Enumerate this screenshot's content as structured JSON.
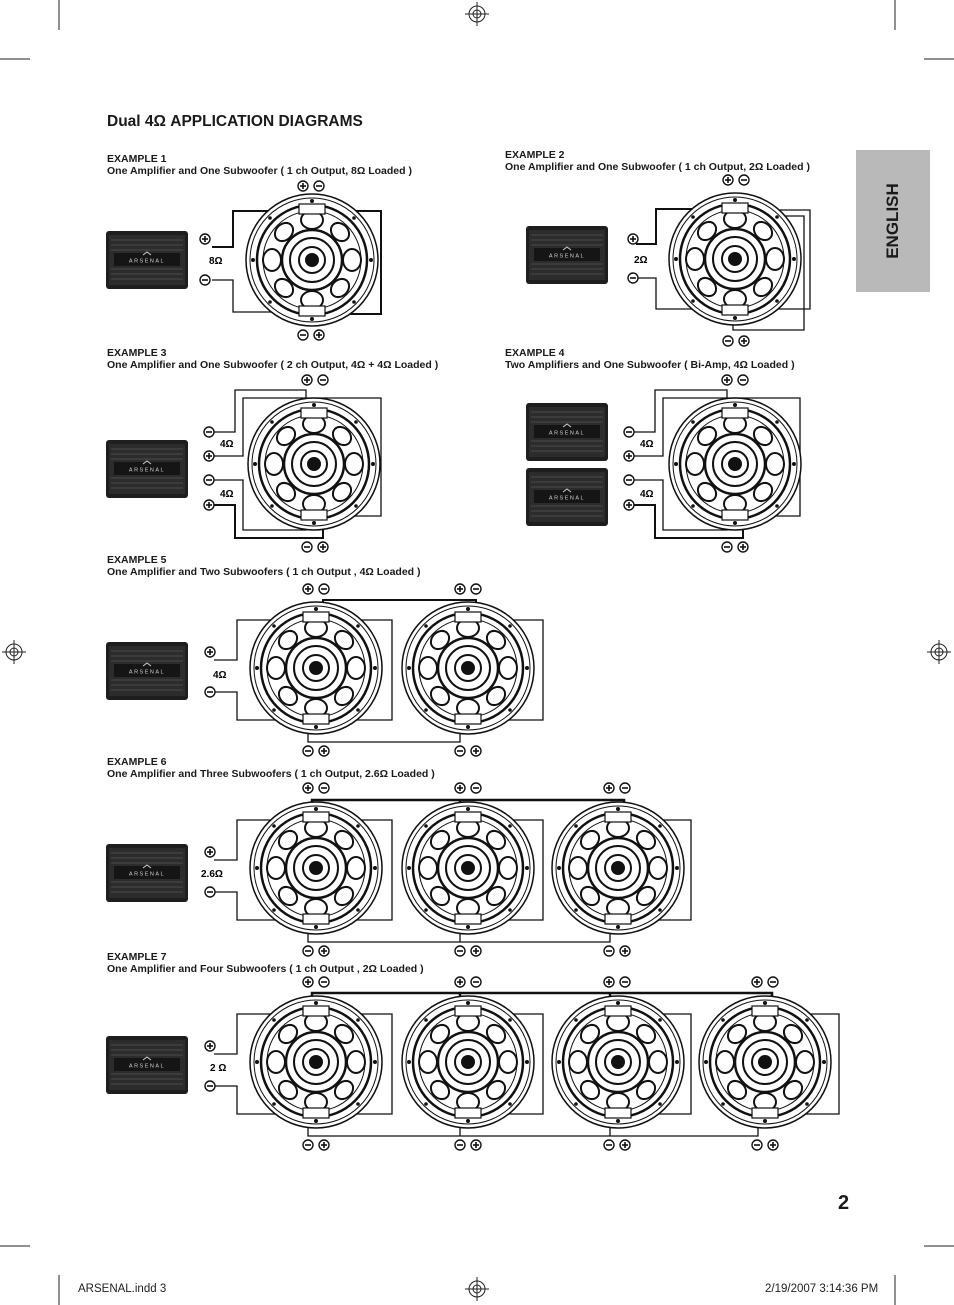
{
  "page": {
    "title": "Dual 4Ω APPLICATION DIAGRAMS",
    "language_tab": "ENGLISH",
    "page_number": "2"
  },
  "footer": {
    "file": "ARSENAL.indd   3",
    "datetime": "2/19/2007   3:14:36 PM"
  },
  "examples": [
    {
      "label": "EXAMPLE 1",
      "desc": "One Amplifier and One Subwoofer ( 1 ch Output, 8Ω Loaded )",
      "load": "8Ω"
    },
    {
      "label": "EXAMPLE 2",
      "desc": "One Amplifier and One Subwoofer ( 1 ch Output, 2Ω Loaded )",
      "load": "2Ω"
    },
    {
      "label": "EXAMPLE 3",
      "desc": "One Amplifier and One Subwoofer ( 2 ch Output, 4Ω + 4Ω Loaded )",
      "load": "4Ω"
    },
    {
      "label": "EXAMPLE 4",
      "desc": "Two Amplifiers and One Subwoofer ( Bi-Amp, 4Ω Loaded )",
      "load": "4Ω"
    },
    {
      "label": "EXAMPLE 5",
      "desc": "One Amplifier and Two Subwoofers ( 1 ch Output , 4Ω   Loaded )",
      "load": "4Ω"
    },
    {
      "label": "EXAMPLE 6",
      "desc": "One Amplifier and Three Subwoofers ( 1 ch Output, 2.6Ω  Loaded )",
      "load": "2.6Ω"
    },
    {
      "label": "EXAMPLE 7",
      "desc": "One Amplifier and Four  Subwoofers ( 1 ch Output , 2Ω   Loaded )",
      "load": "2 Ω"
    }
  ],
  "amp_brand": "ARSENAL"
}
